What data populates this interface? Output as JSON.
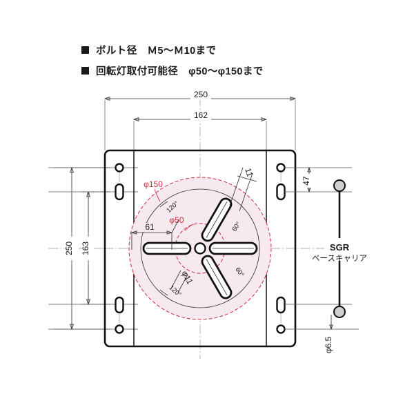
{
  "drawing": {
    "title": "Rotating beacon base plate mounting drawing",
    "notes": [
      {
        "marker": "square-bullet",
        "text": "ボルト径　Ｍ5～Ｍ10まで"
      },
      {
        "marker": "square-bullet",
        "text": "回転灯取付可能径　φ50～φ150まで"
      }
    ],
    "dimensions": {
      "plate_width_overall": "250",
      "plate_width_inner": "162",
      "plate_height_overall": "250",
      "plate_height_inner": "163",
      "slot_width": "11",
      "carrier_spacing": "47",
      "carrier_hole_dia": "φ6.5",
      "beacon_max_dia": "φ150",
      "beacon_min_dia": "φ50",
      "bolt_hole_dia": "φ11",
      "bolt_circle_radius": "61",
      "angle_120_a": "120°",
      "angle_120_b": "120°",
      "angle_60_a": "60°",
      "angle_60_b": "60°"
    },
    "annotations": {
      "carrier_name": "SGR",
      "carrier_subtitle": "ベースキャリア"
    },
    "colors": {
      "line": "#111111",
      "red_accent": "#d6283c",
      "pink_fill": "#f6e9f0",
      "background": "#ffffff"
    }
  }
}
